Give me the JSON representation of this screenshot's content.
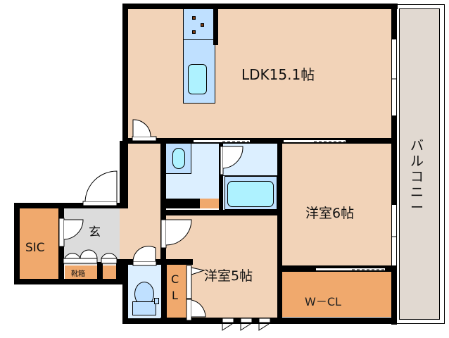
{
  "rooms": {
    "ldk": {
      "label": "LDK15.1帖"
    },
    "western_6": {
      "label": "洋室6帖"
    },
    "western_5": {
      "label": "洋室5帖"
    },
    "wcl": {
      "label": "W－CL"
    },
    "sic": {
      "label": "SIC"
    },
    "entrance": {
      "label": "玄"
    },
    "shoe_box": {
      "label": "靴箱"
    },
    "closet": {
      "label_c": "C",
      "label_l": "L"
    },
    "balcony": {
      "label": "バルコニー"
    }
  },
  "colors": {
    "living": "#f2d3b8",
    "storage": "#f0a96d",
    "wet_area": "#dcefff",
    "fixture": "#bfe0ff",
    "tub": "#aef2ff",
    "entrance": "#dcdcdc",
    "balcony": "#e1d9d1",
    "wall": "#000000"
  }
}
